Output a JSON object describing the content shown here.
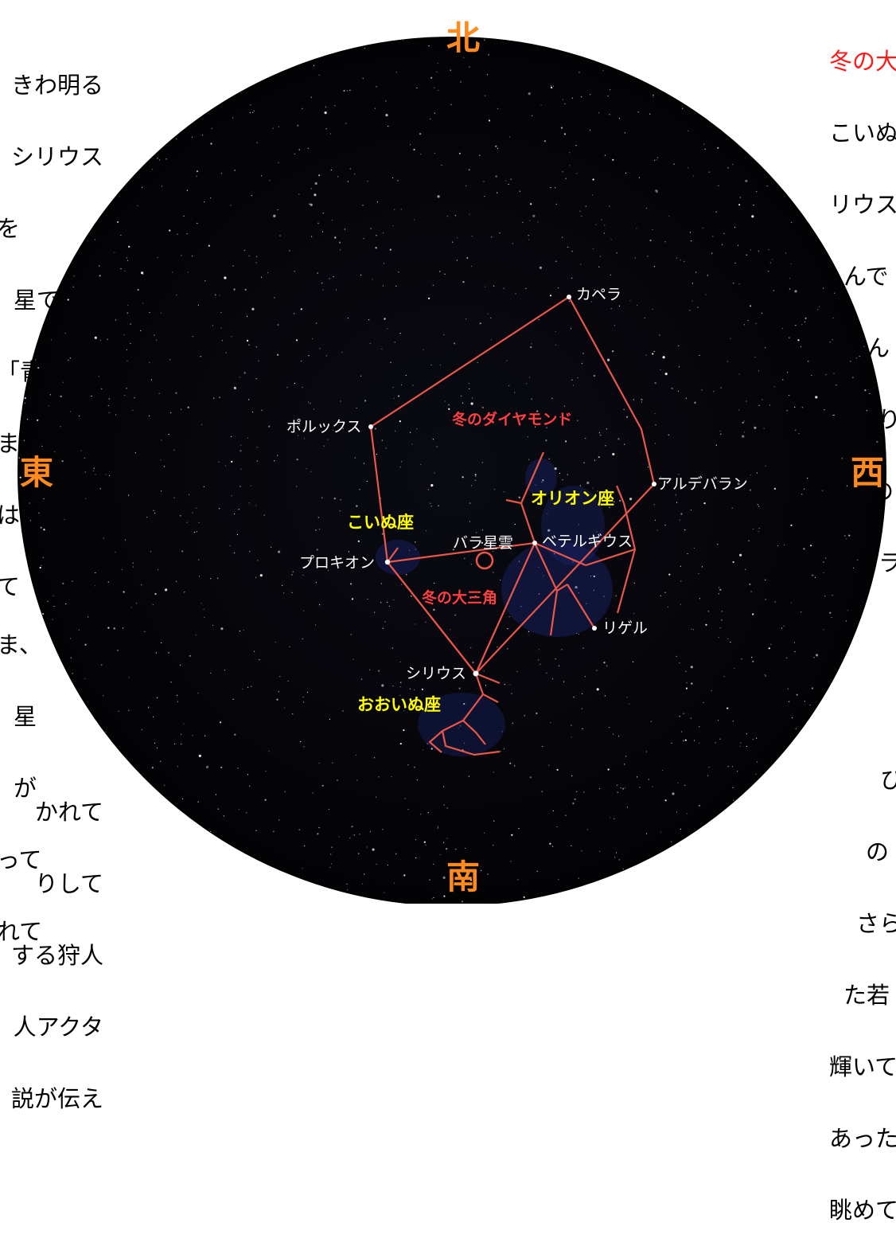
{
  "left_text": {
    "upper_lines": [
      "きわ明る",
      "シリウス",
      "を",
      "星です。",
      "「青星",
      "ます。",
      "は、",
      "て"
    ],
    "lower_lines_1": [
      "ま、",
      "星",
      "が",
      "って",
      "れて"
    ],
    "lower_lines_2": [
      "かれて",
      "りして",
      "する狩人",
      "人アクタ",
      "説が伝え"
    ]
  },
  "right_text": {
    "title": "冬の大",
    "upper_lines": [
      "こいぬ",
      "リウス",
      "んで",
      "呼ん",
      "わり",
      "の",
      "ラ"
    ],
    "lower_lines": [
      "ひ",
      "の",
      "さら",
      "た若",
      "輝いて",
      "あった",
      "眺めて"
    ]
  },
  "directions": {
    "north": "北",
    "south": "南",
    "east": "東",
    "west": "西"
  },
  "stars": {
    "capella": "カペラ",
    "pollux": "ポルックス",
    "aldebaran": "アルデバラン",
    "procyon": "プロキオン",
    "betelgeuse": "ベテルギウス",
    "rigel": "リゲル",
    "sirius": "シリウス",
    "rosette": "バラ星雲"
  },
  "constellations": {
    "orion": "オリオン座",
    "canis_minor": "こいぬ座",
    "canis_major": "おおいぬ座"
  },
  "asterisms": {
    "winter_diamond": "冬のダイヤモンド",
    "winter_triangle": "冬の大三角"
  },
  "colors": {
    "sky": "#050508",
    "lines": "#e8584a",
    "directions": "#ff8a1f",
    "constellation_labels": "#ffff00",
    "asterism_labels": "#ff4040",
    "nebula": "#2a3aa8"
  }
}
